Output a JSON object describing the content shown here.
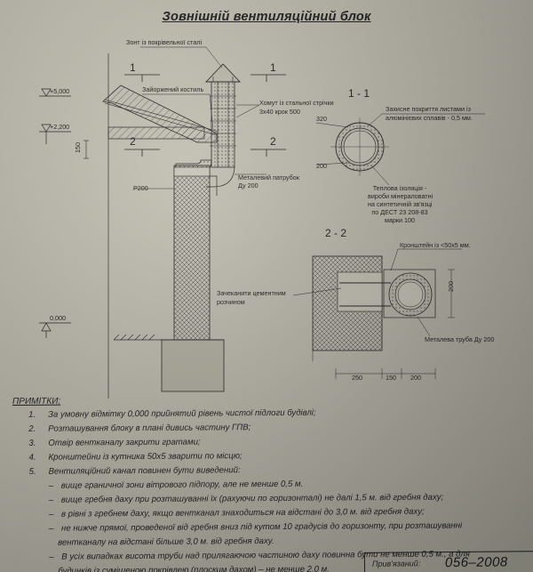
{
  "title": "Зовнішній вентиляційний блок",
  "levels": {
    "top": "+5,000",
    "mid": "+2,200",
    "zero": "0,000",
    "dim150": "150",
    "p200": "P200"
  },
  "section_marks": {
    "s1_left": "1",
    "s1_right": "1",
    "s2_left": "2",
    "s2_right": "2"
  },
  "callouts": {
    "umbrella": "Зонт із покрівельної сталі",
    "crutch": "Зайоржений костиль",
    "clamp_line1": "Хомут із стальної стрічки",
    "clamp_line2": "3х40 крок 500",
    "nozzle_line1": "Металевий патрубок",
    "nozzle_line2": "Ду 200"
  },
  "section_1": {
    "title": "1 - 1",
    "dim_320": "320",
    "dim_200": "200",
    "cover_line1": "Захисне покриття листами із",
    "cover_line2": "алюмінієвих сплавів - 0,5 мм.",
    "insul_line1": "Теплова ізоляція -",
    "insul_line2": "вироби мінераловатні",
    "insul_line3": "на синтетичній зв'язці",
    "insul_line4": "по ДЕСТ 23 208-83",
    "insul_line5": "марки 100"
  },
  "section_2": {
    "title": "2 - 2",
    "bracket": "Кронштейн із <50x5 мм.",
    "mortar_line1": "Зачеканити цементним",
    "mortar_line2": "розчином",
    "pipe": "Металева труба Ду 200",
    "dim_200": "200",
    "dims_bottom": [
      "250",
      "150",
      "200"
    ]
  },
  "notes": {
    "heading": "ПРИМІТКИ:",
    "items": [
      {
        "num": "1.",
        "text": "За умовну відмітку 0,000 прийнятий рівень чистої підлоги будівлі;"
      },
      {
        "num": "2.",
        "text": "Розташування блоку в плані дивись частину ГПВ;"
      },
      {
        "num": "3.",
        "text": "Отвір вентканалу закрити гратами;"
      },
      {
        "num": "4.",
        "text": "Кронштейни із кутника 50х5 зварити по місцю;"
      },
      {
        "num": "5.",
        "text": "Вентиляційний канал повинен бути виведений:"
      }
    ],
    "subitems": [
      {
        "bullet": "–",
        "text": "вище граничної зони вітрового підпору, але не менше 0,5 м."
      },
      {
        "bullet": "–",
        "text": "вище гребня даху при розташуванні їх (рахуючи по горизонталі) не далі 1,5 м. від гребня даху;"
      },
      {
        "bullet": "–",
        "text": "в рівні з гребнем даху, якщо вентканал знаходиться на відстані до 3,0 м. від гребня даху;"
      },
      {
        "bullet": "–",
        "text": "не нижче прямої, проведеної від гребня вниз під кутом 10 градусів до горизонту, при розташуванні"
      },
      {
        "bullet": "",
        "text": "вентканалу на відстані більше 3,0 м. від гребня даху."
      },
      {
        "bullet": "–",
        "text": "В усіх випадках висота труби над прилягаючою частиною даху повинна бути не менше 0,5 м., а для"
      },
      {
        "bullet": "",
        "text": "будинків із суміщеною покрівлею (плоским дахом) – не менше 2,0 м."
      }
    ]
  },
  "stamp": {
    "label": "Прив'язаний:",
    "number": "056–2008"
  }
}
